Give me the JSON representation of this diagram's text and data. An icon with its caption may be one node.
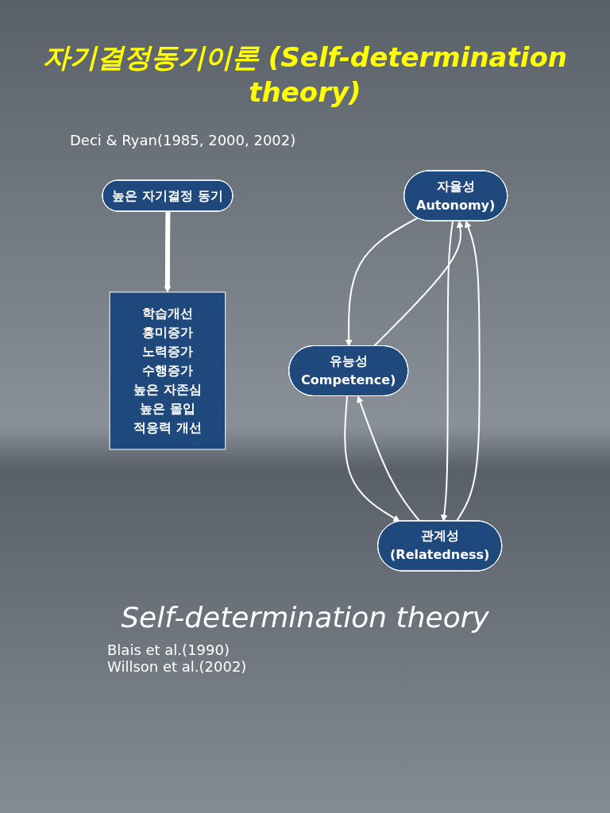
{
  "diagram": {
    "title": "자기결정동기이론 (Self-determination theory)",
    "nodes": [
      {
        "text": [
          "자율성",
          "Autonomy)"
        ]
      },
      {
        "text": [
          "유능성",
          "Competence)"
        ]
      },
      {
        "text": [
          "관계성",
          "(Relatedness)"
        ]
      },
      {
        "text": [
          "높은 자기결정 동기"
        ]
      },
      {
        "text": [
          "학습개선",
          "흥미증가",
          "노력증가",
          "수행증가",
          "높은 자존심",
          "높은 몰입",
          "적응력 개선"
        ]
      }
    ],
    "edges": [
      {
        "from": 0,
        "to": 1,
        "arrow": "to"
      },
      {
        "from": 1,
        "to": 0,
        "arrow": "to"
      },
      {
        "from": 0,
        "to": 2,
        "arrow": "to"
      },
      {
        "from": 2,
        "to": 0,
        "arrow": "to"
      },
      {
        "from": 2,
        "to": 1,
        "arrow": "to"
      },
      {
        "from": 1,
        "to": 2,
        "arrow": "to"
      },
      {
        "from": 3,
        "to": 4,
        "arrow": "to",
        "style": "thick"
      }
    ],
    "labels": [
      "Deci & Ryan(1985, 2000, 2002)",
      "Self-determination theory",
      "Blais et al.(1990)",
      "Willson et al.(2002)"
    ]
  }
}
